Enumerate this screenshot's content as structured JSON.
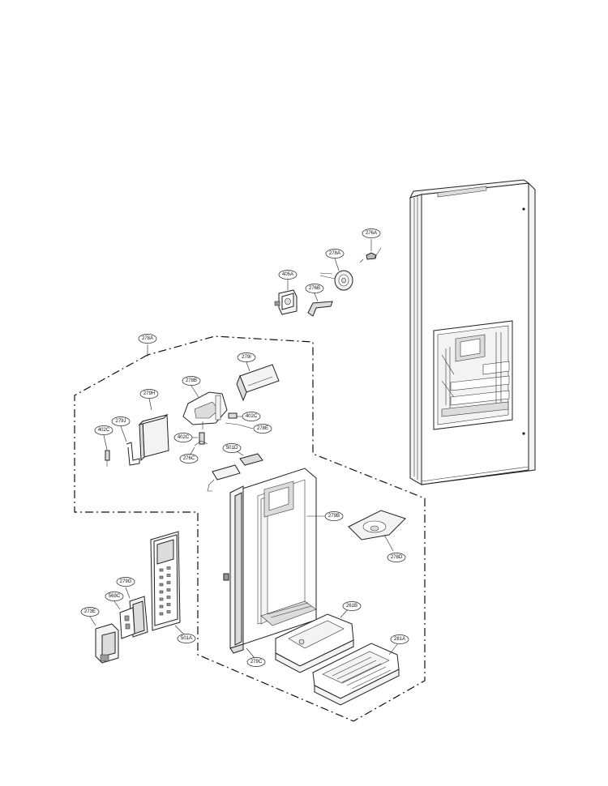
{
  "diagram": {
    "parts": [
      {
        "id": "p-276A-top",
        "label": "276A"
      },
      {
        "id": "p-278A-motor",
        "label": "278A"
      },
      {
        "id": "p-405A",
        "label": "405A"
      },
      {
        "id": "p-276B",
        "label": "276B"
      },
      {
        "id": "p-278A-group",
        "label": "278A"
      },
      {
        "id": "p-279I",
        "label": "279I"
      },
      {
        "id": "p-278B",
        "label": "278B"
      },
      {
        "id": "p-279H",
        "label": "279H"
      },
      {
        "id": "p-402C-left",
        "label": "402C"
      },
      {
        "id": "p-279J",
        "label": "279J"
      },
      {
        "id": "p-402C-right",
        "label": "402C"
      },
      {
        "id": "p-278D",
        "label": "278D"
      },
      {
        "id": "p-402C-mid",
        "label": "402C"
      },
      {
        "id": "p-501D",
        "label": "501D"
      },
      {
        "id": "p-276C",
        "label": "276C"
      },
      {
        "id": "p-279B",
        "label": "279B"
      },
      {
        "id": "p-278E",
        "label": "278E"
      },
      {
        "id": "p-279G",
        "label": "279G"
      },
      {
        "id": "p-569C",
        "label": "569C"
      },
      {
        "id": "p-273E",
        "label": "273E"
      },
      {
        "id": "p-501A",
        "label": "501A"
      },
      {
        "id": "p-261B",
        "label": "261B"
      },
      {
        "id": "p-281A",
        "label": "281A"
      },
      {
        "id": "p-279C",
        "label": "279C"
      }
    ]
  }
}
